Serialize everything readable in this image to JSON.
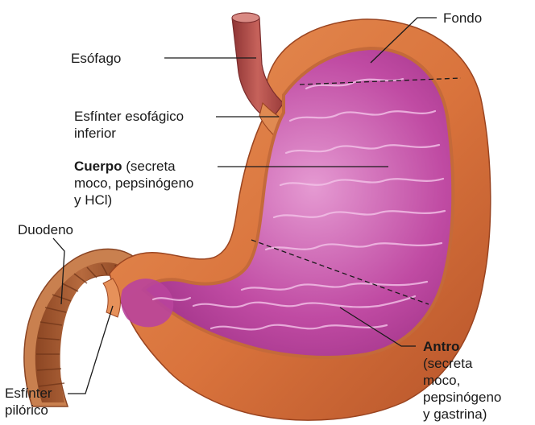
{
  "labels": {
    "fondo": "Fondo",
    "esofago": "Esófago",
    "esfinter_esofagico": [
      "Esfínter esofágico",
      "inferior"
    ],
    "cuerpo": {
      "bold": "Cuerpo",
      "rest": " (secreta",
      "lines": [
        "moco, pepsinógeno",
        "y HCl)"
      ]
    },
    "duodeno": "Duodeno",
    "antro": {
      "bold": "Antro",
      "lines": [
        "(secreta",
        "moco,",
        "pepsinógeno",
        "y gastrina)"
      ]
    },
    "esfinter_pilorico": [
      "Esfínter",
      "pilórico"
    ]
  },
  "colors": {
    "outer_wall": "#d9733c",
    "outer_wall_dark": "#b6542a",
    "mucosa": "#c04ba3",
    "mucosa_light": "#e59ad2",
    "duodenum": "#a55d35",
    "esophagus": "#b5514d",
    "leader_line": "#1a1a1a"
  }
}
